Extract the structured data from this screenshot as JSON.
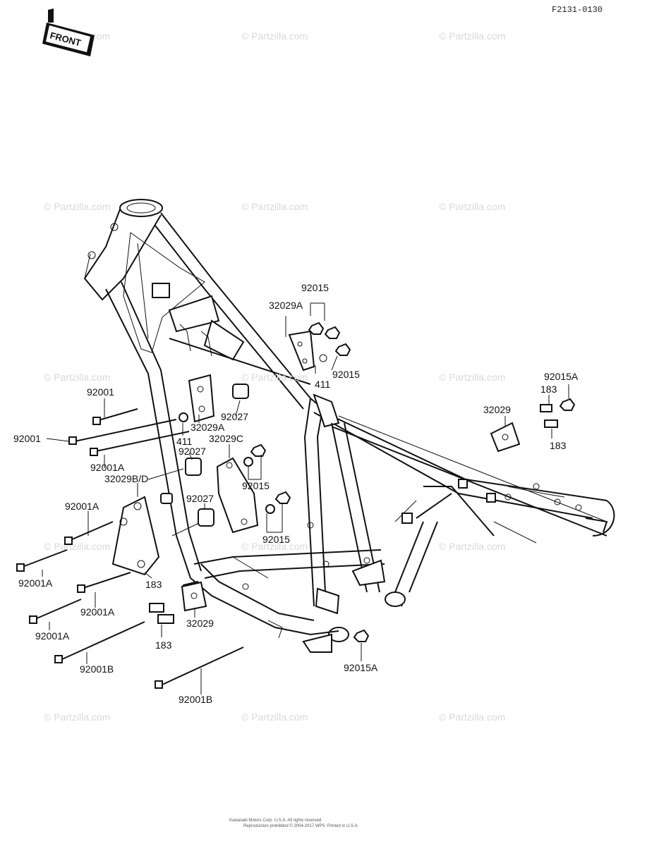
{
  "figure_code": "F2131-0130",
  "front_badge": "FRONT",
  "watermark": "© Partzilla.com",
  "frame_watermark": "© Partzilla.com",
  "callouts": {
    "c92015_top": "92015",
    "c32029A_top": "32029A",
    "c92015_mid": "92015",
    "c411_top": "411",
    "c92015A_right": "92015A",
    "c183_right_top": "183",
    "c32029_right": "32029",
    "c183_right_bot": "183",
    "c92001_a": "92001",
    "c92001_b": "92001",
    "c92027_a": "92027",
    "c32029A_mid": "32029A",
    "c411_mid": "411",
    "c92027_b": "92027",
    "c32029C": "32029C",
    "c92001A_a": "92001A",
    "c32029BD": "32029B/D",
    "c92015_c": "92015",
    "c92001A_b": "92001A",
    "c92027_c": "92027",
    "c92015_d": "92015",
    "c92001A_c": "92001A",
    "c183_left": "183",
    "c92001A_d": "92001A",
    "c32029_bot": "32029",
    "c92001A_e": "92001A",
    "c183_bot": "183",
    "c92001B_a": "92001B",
    "c92015A_bot": "92015A",
    "c92001B_b": "92001B"
  },
  "footer": {
    "line1": "Kawasaki Motors Corp. U.S.A. All rights reserved.",
    "line2": "Reproduction prohibited © 2004-2017 WPS. Printed in U.S.A."
  }
}
